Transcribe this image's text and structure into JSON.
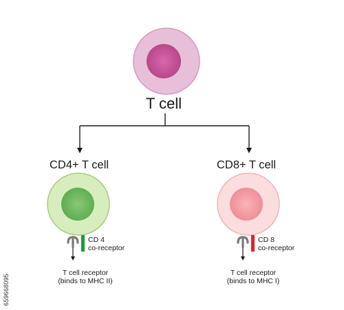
{
  "title": "T cell",
  "branches": [
    {
      "name": "CD4+ T cell",
      "coreceptor": [
        "CD 4",
        "co-receptor"
      ],
      "receptor": [
        "T cell receptor",
        "(binds to MHC II)"
      ],
      "colors": {
        "outer": "#d8edbd",
        "outer_stroke": "#9fcf7f",
        "nucleus": "#7ec36d",
        "nucleus_dark": "#5fae52",
        "coreceptor": "#1f9a3b"
      }
    },
    {
      "name": "CD8+ T cell",
      "coreceptor": [
        "CD 8",
        "co-receptor"
      ],
      "receptor": [
        "T cell receptor",
        "(binds to MHC I)"
      ],
      "colors": {
        "outer": "#fbdde0",
        "outer_stroke": "#f2b3b8",
        "nucleus": "#f6a9ae",
        "nucleus_dark": "#ee8f96",
        "coreceptor": "#d8282c"
      }
    }
  ],
  "root_colors": {
    "outer": "#e8bfd8",
    "outer_stroke": "#d898bf",
    "nucleus": "#c8559b",
    "nucleus_dark": "#b8478c"
  },
  "side_text": "659668095"
}
